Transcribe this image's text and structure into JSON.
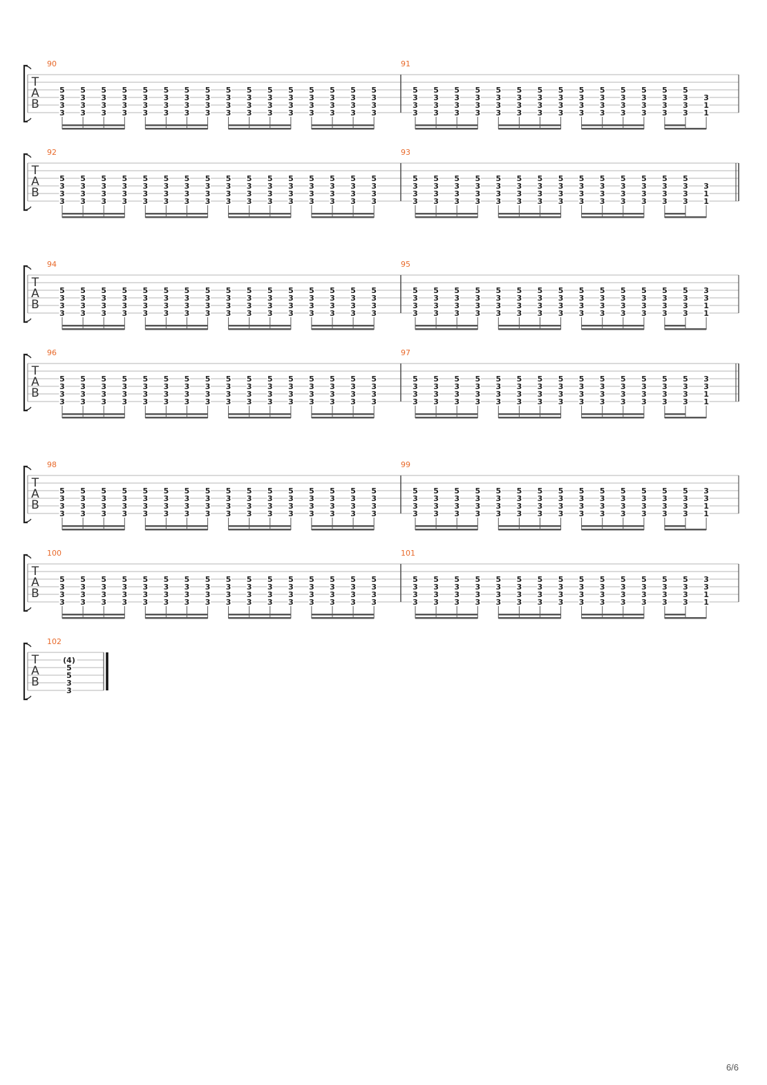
{
  "page": {
    "number_label": "6/6"
  },
  "colors": {
    "measure_number": "#e8692a",
    "staff_line": "#b4b4b4",
    "ink": "#222222",
    "beam": "#555555"
  },
  "clef": [
    "T",
    "A",
    "B"
  ],
  "chords": {
    "A": [
      "5",
      "3",
      "3",
      "3"
    ],
    "B": [
      "5",
      "3",
      "3",
      "3"
    ],
    "C": [
      "3",
      "1",
      "1"
    ],
    "D": [
      "3",
      "3",
      "1",
      "1"
    ],
    "E": [
      "(4)",
      "5",
      "5",
      "3",
      "3"
    ]
  },
  "systems": [
    {
      "measures": [
        {
          "number": "90",
          "notes": [
            "A",
            "A",
            "A",
            "A",
            "A",
            "A",
            "A",
            "A",
            "A",
            "A",
            "A",
            "A",
            "A",
            "A",
            "A",
            "A"
          ]
        },
        {
          "number": "91",
          "notes": [
            "A",
            "A",
            "A",
            "A",
            "A",
            "A",
            "A",
            "A",
            "A",
            "A",
            "A",
            "A",
            "A",
            "A",
            "C"
          ]
        }
      ]
    },
    {
      "measures": [
        {
          "number": "92",
          "notes": [
            "A",
            "A",
            "A",
            "A",
            "A",
            "A",
            "A",
            "A",
            "A",
            "A",
            "A",
            "A",
            "A",
            "A",
            "A",
            "A"
          ]
        },
        {
          "number": "93",
          "notes": [
            "A",
            "A",
            "A",
            "A",
            "A",
            "A",
            "A",
            "A",
            "A",
            "A",
            "A",
            "A",
            "A",
            "A",
            "C"
          ]
        }
      ],
      "end": "double"
    },
    {
      "measures": [
        {
          "number": "94",
          "notes": [
            "B",
            "B",
            "B",
            "B",
            "B",
            "B",
            "B",
            "B",
            "B",
            "B",
            "B",
            "B",
            "B",
            "B",
            "B",
            "B"
          ]
        },
        {
          "number": "95",
          "notes": [
            "B",
            "B",
            "B",
            "B",
            "B",
            "B",
            "B",
            "B",
            "B",
            "B",
            "B",
            "B",
            "B",
            "B",
            "D"
          ]
        }
      ]
    },
    {
      "measures": [
        {
          "number": "96",
          "notes": [
            "B",
            "B",
            "B",
            "B",
            "B",
            "B",
            "B",
            "B",
            "B",
            "B",
            "B",
            "B",
            "B",
            "B",
            "B",
            "B"
          ]
        },
        {
          "number": "97",
          "notes": [
            "B",
            "B",
            "B",
            "B",
            "B",
            "B",
            "B",
            "B",
            "B",
            "B",
            "B",
            "B",
            "B",
            "B",
            "D"
          ]
        }
      ],
      "end": "double"
    },
    {
      "measures": [
        {
          "number": "98",
          "notes": [
            "B",
            "B",
            "B",
            "B",
            "B",
            "B",
            "B",
            "B",
            "B",
            "B",
            "B",
            "B",
            "B",
            "B",
            "B",
            "B"
          ]
        },
        {
          "number": "99",
          "notes": [
            "B",
            "B",
            "B",
            "B",
            "B",
            "B",
            "B",
            "B",
            "B",
            "B",
            "B",
            "B",
            "B",
            "B",
            "D"
          ]
        }
      ]
    },
    {
      "measures": [
        {
          "number": "100",
          "notes": [
            "B",
            "B",
            "B",
            "B",
            "B",
            "B",
            "B",
            "B",
            "B",
            "B",
            "B",
            "B",
            "B",
            "B",
            "B",
            "B"
          ]
        },
        {
          "number": "101",
          "notes": [
            "B",
            "B",
            "B",
            "B",
            "B",
            "B",
            "B",
            "B",
            "B",
            "B",
            "B",
            "B",
            "B",
            "B",
            "D"
          ]
        }
      ]
    },
    {
      "measures": [
        {
          "number": "102",
          "notes": [
            "E"
          ]
        }
      ],
      "end": "final"
    }
  ]
}
